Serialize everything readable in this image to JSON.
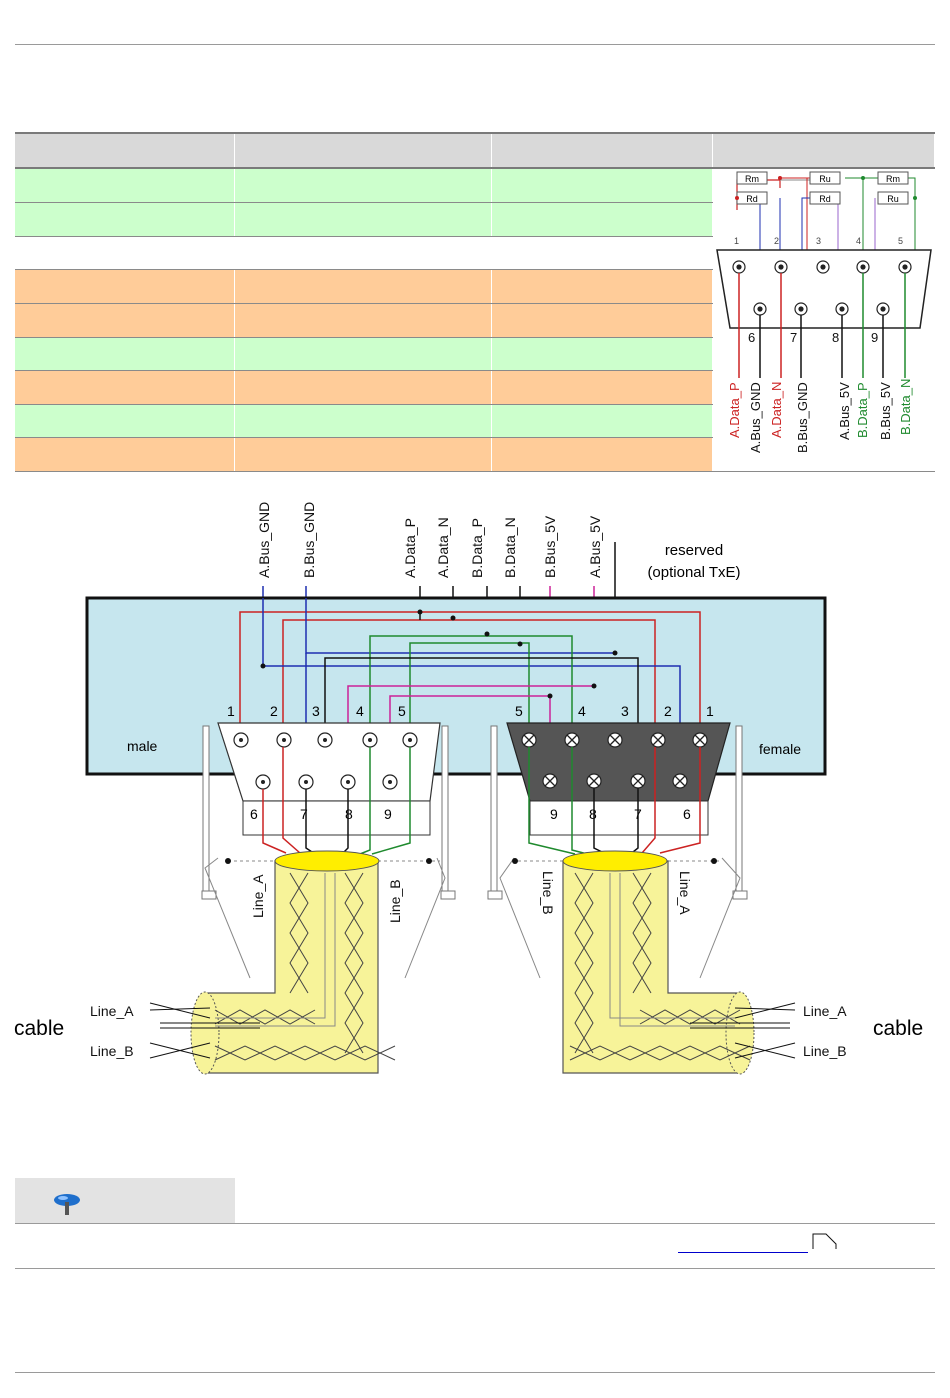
{
  "colors": {
    "green_row": "#ccffcc",
    "orange_row": "#ffcc99",
    "housing": "#c6e6ee",
    "cable": "#f7f399",
    "wire_red": "#cc2222",
    "wire_blue": "#1e2fb0",
    "wire_green": "#1f8a2e",
    "wire_magenta": "#cc2299",
    "wire_black": "#111111"
  },
  "table": {
    "rows": [
      "green",
      "green",
      "white",
      "orange",
      "orange",
      "green",
      "orange",
      "green",
      "orange"
    ]
  },
  "pinout": {
    "resistors": [
      "Rm",
      "Rd",
      "Ru",
      "Rd",
      "Rm",
      "Ru"
    ],
    "top_pins": [
      "1",
      "2",
      "3",
      "4",
      "5"
    ],
    "bottom_pins": [
      "6",
      "7",
      "8",
      "9"
    ],
    "signals": [
      {
        "label": "A.Data_P",
        "color": "red"
      },
      {
        "label": "A.Bus_GND",
        "color": "black"
      },
      {
        "label": "A.Data_N",
        "color": "red"
      },
      {
        "label": "B.Bus_GND",
        "color": "black"
      },
      {
        "label": "A.Bus_5V",
        "color": "black"
      },
      {
        "label": "B.Data_P",
        "color": "green"
      },
      {
        "label": "B.Bus_5V",
        "color": "black"
      },
      {
        "label": "B.Data_N",
        "color": "green"
      }
    ]
  },
  "wiring": {
    "signals": [
      "A.Bus_GND",
      "B.Bus_GND",
      "A.Data_P",
      "A.Data_N",
      "B.Data_P",
      "B.Data_N",
      "B.Bus_5V",
      "A.Bus_5V"
    ],
    "reserved_line1": "reserved",
    "reserved_line2": "(optional TxE)",
    "male_label": "male",
    "female_label": "female",
    "male_top_pins": [
      "1",
      "2",
      "3",
      "4",
      "5"
    ],
    "male_bottom_pins": [
      "6",
      "7",
      "8",
      "9"
    ],
    "female_top_pins": [
      "5",
      "4",
      "3",
      "2",
      "1"
    ],
    "female_bottom_pins": [
      "9",
      "8",
      "7",
      "6"
    ],
    "line_a": "Line_A",
    "line_b": "Line_B",
    "cable_label": "cable"
  }
}
